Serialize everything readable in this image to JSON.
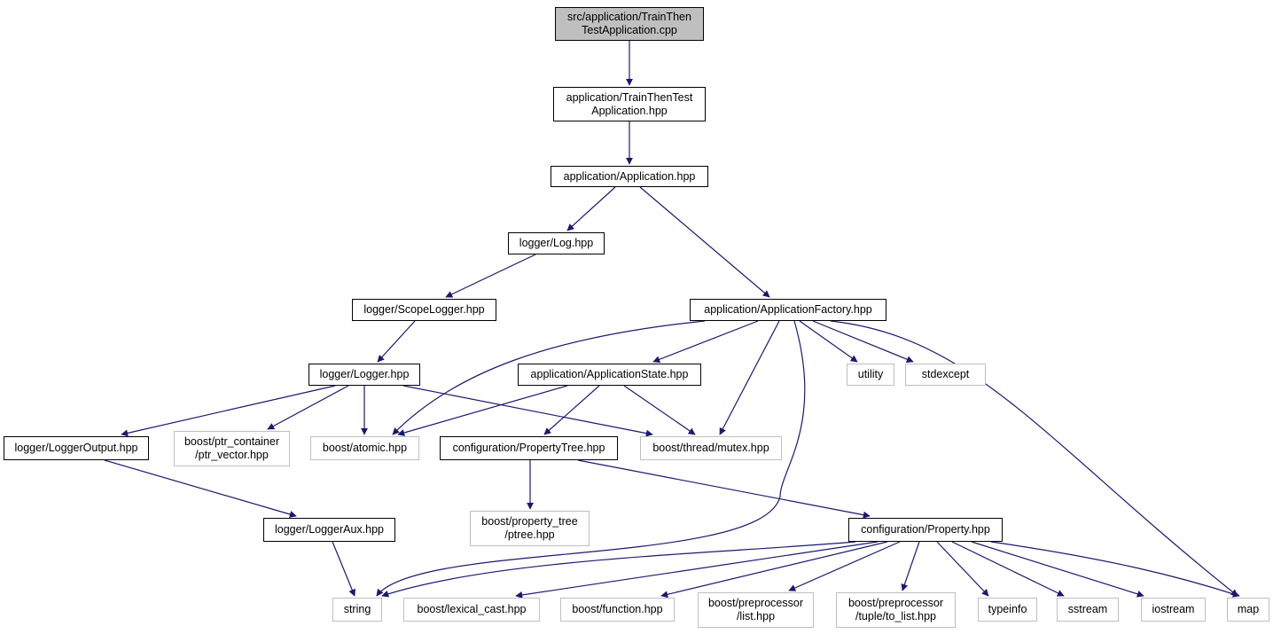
{
  "graph": {
    "edge_color": "#191970",
    "nodes": [
      {
        "id": "n_root",
        "label": "src/application/TrainThen\nTestApplication.cpp",
        "kind": "main"
      },
      {
        "id": "n_ttapp",
        "label": "application/TrainThenTest\nApplication.hpp",
        "kind": "local"
      },
      {
        "id": "n_app",
        "label": "application/Application.hpp",
        "kind": "local"
      },
      {
        "id": "n_log",
        "label": "logger/Log.hpp",
        "kind": "local"
      },
      {
        "id": "n_scope",
        "label": "logger/ScopeLogger.hpp",
        "kind": "local"
      },
      {
        "id": "n_factory",
        "label": "application/ApplicationFactory.hpp",
        "kind": "local"
      },
      {
        "id": "n_logger",
        "label": "logger/Logger.hpp",
        "kind": "local"
      },
      {
        "id": "n_appstate",
        "label": "application/ApplicationState.hpp",
        "kind": "local"
      },
      {
        "id": "n_utility",
        "label": "utility",
        "kind": "ext"
      },
      {
        "id": "n_stdexcept",
        "label": "stdexcept",
        "kind": "ext"
      },
      {
        "id": "n_loggeroutput",
        "label": "logger/LoggerOutput.hpp",
        "kind": "local"
      },
      {
        "id": "n_ptrvec",
        "label": "boost/ptr_container\n/ptr_vector.hpp",
        "kind": "ext"
      },
      {
        "id": "n_atomic",
        "label": "boost/atomic.hpp",
        "kind": "ext"
      },
      {
        "id": "n_proptree",
        "label": "configuration/PropertyTree.hpp",
        "kind": "local"
      },
      {
        "id": "n_mutex",
        "label": "boost/thread/mutex.hpp",
        "kind": "ext"
      },
      {
        "id": "n_ptree",
        "label": "boost/property_tree\n/ptree.hpp",
        "kind": "ext"
      },
      {
        "id": "n_loggeraux",
        "label": "logger/LoggerAux.hpp",
        "kind": "local"
      },
      {
        "id": "n_property",
        "label": "configuration/Property.hpp",
        "kind": "local"
      },
      {
        "id": "n_string",
        "label": "string",
        "kind": "ext"
      },
      {
        "id": "n_lexcast",
        "label": "boost/lexical_cast.hpp",
        "kind": "ext"
      },
      {
        "id": "n_function",
        "label": "boost/function.hpp",
        "kind": "ext"
      },
      {
        "id": "n_pplist",
        "label": "boost/preprocessor\n/list.hpp",
        "kind": "ext"
      },
      {
        "id": "n_pptolist",
        "label": "boost/preprocessor\n/tuple/to_list.hpp",
        "kind": "ext"
      },
      {
        "id": "n_typeinfo",
        "label": "typeinfo",
        "kind": "ext"
      },
      {
        "id": "n_sstream",
        "label": "sstream",
        "kind": "ext"
      },
      {
        "id": "n_iostream",
        "label": "iostream",
        "kind": "ext"
      },
      {
        "id": "n_map",
        "label": "map",
        "kind": "ext"
      }
    ]
  }
}
